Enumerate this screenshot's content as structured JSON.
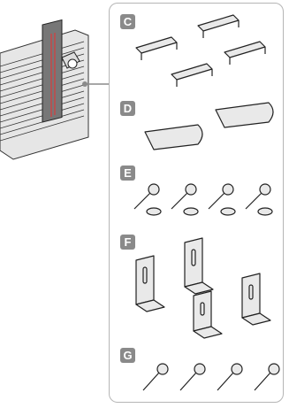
{
  "sections": [
    {
      "label": "C",
      "part": "cover-clip"
    },
    {
      "label": "D",
      "part": "end-cap"
    },
    {
      "label": "E",
      "part": "screw-with-washer"
    },
    {
      "label": "F",
      "part": "mounting-bracket"
    },
    {
      "label": "G",
      "part": "screw"
    }
  ],
  "colors": {
    "badge": "#8a8a8a",
    "panel_border": "#b5b5b5",
    "part_fill": "#e9e9e9",
    "part_stroke": "#222222"
  }
}
